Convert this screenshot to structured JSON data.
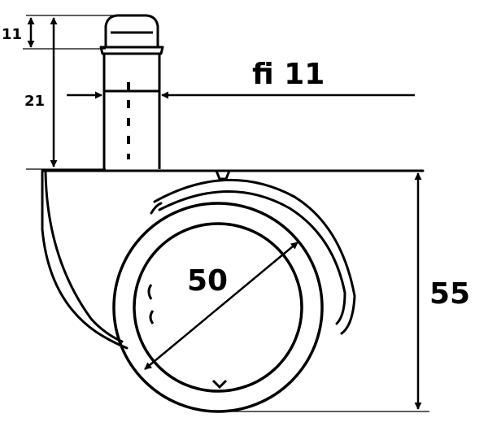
{
  "labels": {
    "stem_top_height": "11",
    "stem_height": "21",
    "stem_diameter": "fi 11",
    "wheel_diameter": "50",
    "total_height": "55"
  },
  "colors": {
    "line": "#000000",
    "background": "#ffffff"
  }
}
